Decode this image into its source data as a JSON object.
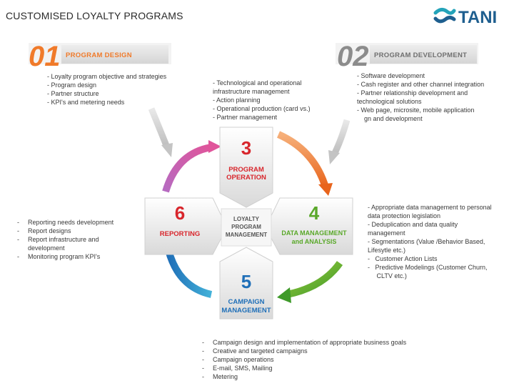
{
  "title": "CUSTOMISED LOYALTY PROGRAMS",
  "logo_text": "TANI",
  "stage1": {
    "number": "01",
    "label": "PROGRAM DESIGN"
  },
  "stage2": {
    "number": "02",
    "label": "PROGRAM DEVELOPMENT"
  },
  "center": {
    "line1": "LOYALTY",
    "line2": "PROGRAM",
    "line3": "MANAGEMENT"
  },
  "tile3": {
    "number": "3",
    "line1": "PROGRAM",
    "line2": "OPERATION"
  },
  "tile4": {
    "number": "4",
    "line1": "DATA MANAGEMENT",
    "line2": "and  ANALYSIS"
  },
  "tile5": {
    "number": "5",
    "line1": "CAMPAIGN",
    "line2": "MANAGEMENT"
  },
  "tile6": {
    "number": "6",
    "line1": "REPORTING"
  },
  "design_items": [
    "- Loyalty program objective and strategies",
    "- Program design",
    "- Partner structure",
    "- KPI's  and  metering needs"
  ],
  "operation_items": [
    "- Technological and operational",
    "infrastructure management",
    "- Action planning",
    "- Operational production (card vs.)",
    "- Partner management"
  ],
  "development_items": [
    "- Software development",
    "- Cash register and other channel integration",
    "- Partner relationship development and",
    "technological solutions",
    "- Web page, microsite, mobile application",
    "    gn and development"
  ],
  "data_items": [
    "- Appropriate data management to personal",
    "data protection legislation",
    "- Deduplication and data quality",
    "management",
    "- Segmentations (Value /Behavior Based,",
    "Lifesytle etc.)",
    "-   Customer Action Lists",
    "-   Predictive Modelings (Customer Churn,",
    "     CLTV etc.)"
  ],
  "reporting_items": [
    {
      "dash": "-",
      "text": "Reporting needs development"
    },
    {
      "dash": "-",
      "text": "Report designs"
    },
    {
      "dash": "-",
      "text": "Report infrastructure and"
    },
    {
      "dash": "",
      "text": "development"
    },
    {
      "dash": "-",
      "text": "Monitoring program KPI's"
    }
  ],
  "campaign_items": [
    "Campaign design and implementation of appropriate business goals",
    "Creative and targeted  campaigns",
    "Campaign operations",
    "E-mail, SMS, Mailing",
    "Metering"
  ],
  "colors": {
    "orange": "#f07a2a",
    "gray_number": "#8c8c8c",
    "red": "#d8262c",
    "green": "#5aa82a",
    "blue": "#1f6fb8",
    "pink": "#d33c8c",
    "logo_blue": "#1f5f8f",
    "logo_teal": "#23a3b9"
  }
}
